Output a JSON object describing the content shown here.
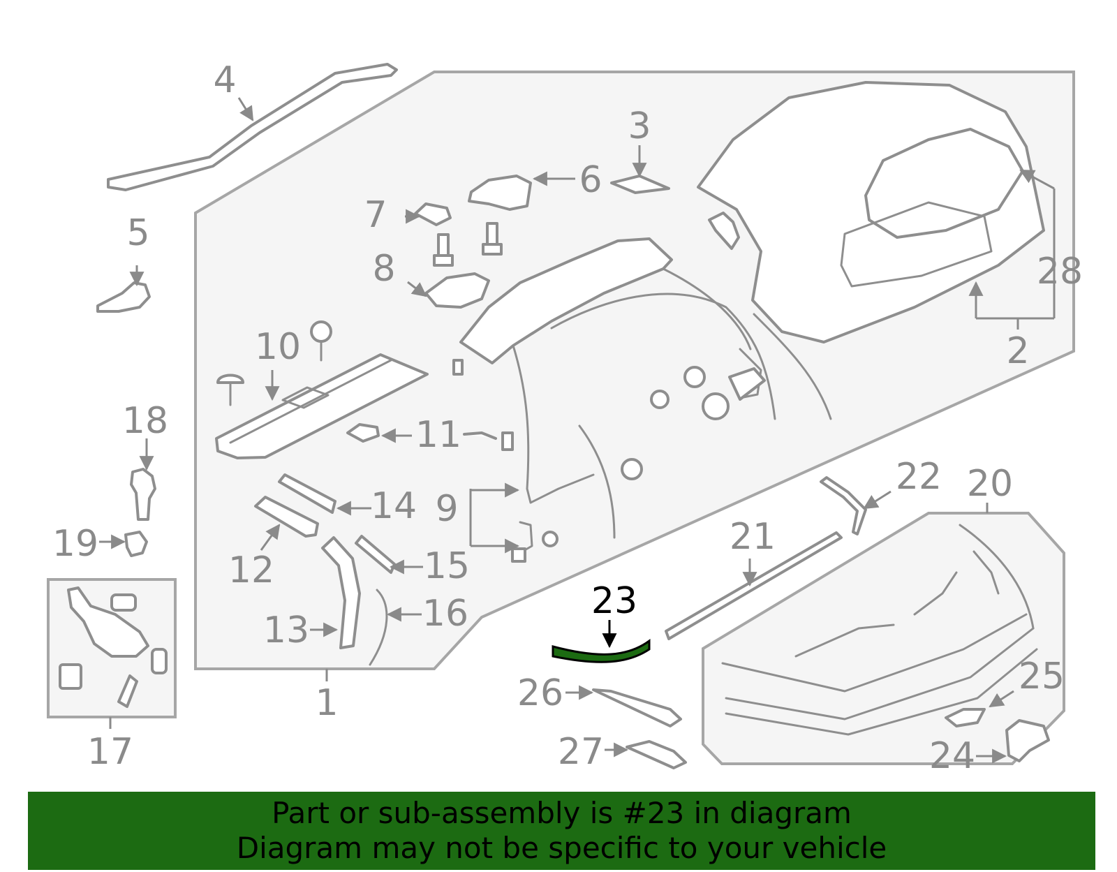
{
  "diagram": {
    "callouts": {
      "c1": "1",
      "c2": "2",
      "c3": "3",
      "c4": "4",
      "c5": "5",
      "c6": "6",
      "c7": "7",
      "c8": "8",
      "c9": "9",
      "c10": "10",
      "c11": "11",
      "c12": "12",
      "c13": "13",
      "c14": "14",
      "c15": "15",
      "c16": "16",
      "c17": "17",
      "c18": "18",
      "c19": "19",
      "c20": "20",
      "c21": "21",
      "c22": "22",
      "c23": "23",
      "c24": "24",
      "c25": "25",
      "c26": "26",
      "c27": "27",
      "c28": "28"
    },
    "highlighted_part": "23",
    "highlight_color": "#1c6b12",
    "line_color": "#8e8e8e"
  },
  "banner": {
    "line1": "Part or sub-assembly is #23 in diagram",
    "line2": "Diagram may not be specific to your vehicle",
    "background": "#1c6b12"
  }
}
